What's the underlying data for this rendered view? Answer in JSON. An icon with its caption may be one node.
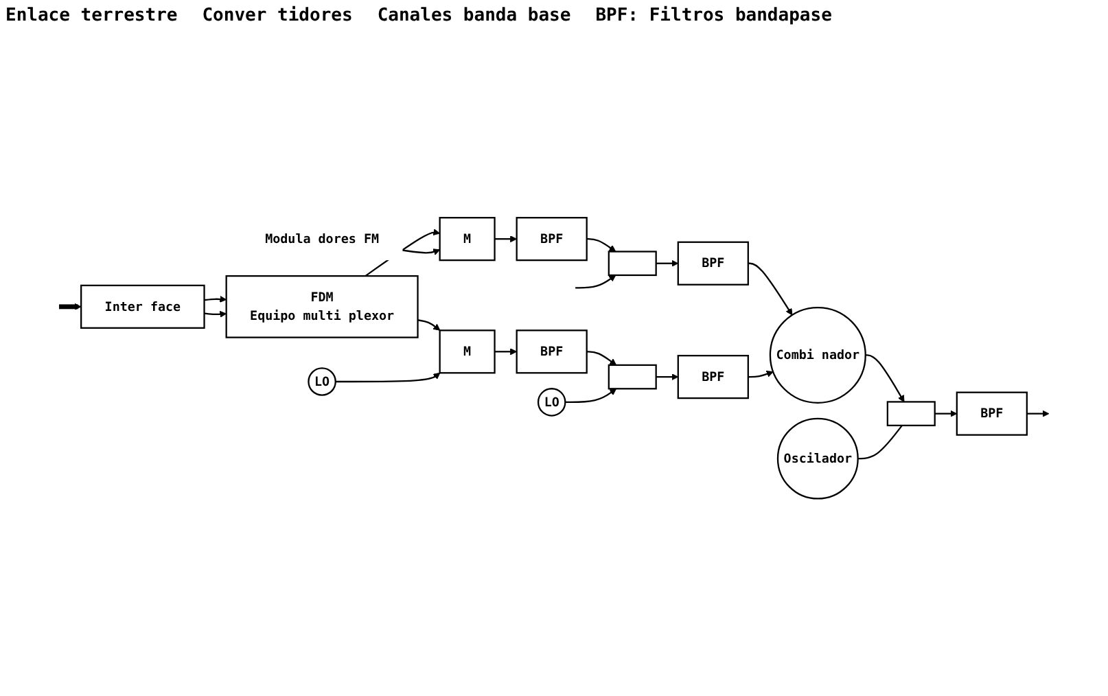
{
  "diagram": {
    "nodes": [
      {
        "text": [
          "Modula dores FM"
        ]
      },
      {
        "text": [
          "Inter face"
        ]
      },
      {
        "text": [
          "FDM",
          "Equipo multi plexor"
        ]
      },
      {
        "text": [
          "M"
        ]
      },
      {
        "text": [
          "BPF"
        ]
      },
      {
        "text": [],
        "shape": "box"
      },
      {
        "text": [
          "BPF"
        ]
      },
      {
        "text": [
          "Combi nador"
        ]
      },
      {
        "text": [],
        "shape": "box"
      },
      {
        "text": [
          "BPF"
        ]
      },
      {
        "text": [
          "M"
        ]
      },
      {
        "text": [
          "BPF"
        ]
      },
      {
        "text": [],
        "shape": "box"
      },
      {
        "text": [
          "BPF"
        ]
      },
      {
        "text": [
          "Oscilador"
        ]
      },
      {
        "text": [
          "LO"
        ]
      },
      {
        "text": [
          "LO"
        ]
      }
    ],
    "edges": [
      {
        "from": null,
        "to": 1,
        "arrow": "to",
        "style": "thick"
      },
      {
        "from": 1,
        "to": 2,
        "arrow": "to"
      },
      {
        "from": 1,
        "to": 2,
        "arrow": "to"
      },
      {
        "from": 2,
        "to": 3,
        "arrow": "to"
      },
      {
        "from": 2,
        "to": 10,
        "arrow": "to"
      },
      {
        "from": 0,
        "to": 3,
        "arrow": "to"
      },
      {
        "from": 3,
        "to": 4,
        "arrow": "to"
      },
      {
        "from": 4,
        "to": 5,
        "arrow": "to"
      },
      {
        "from": null,
        "to": 5,
        "arrow": "to"
      },
      {
        "from": 5,
        "to": 6,
        "arrow": "to"
      },
      {
        "from": 6,
        "to": 7,
        "arrow": "to"
      },
      {
        "from": 10,
        "to": 11,
        "arrow": "to"
      },
      {
        "from": 11,
        "to": 12,
        "arrow": "to"
      },
      {
        "from": 12,
        "to": 13,
        "arrow": "to"
      },
      {
        "from": 13,
        "to": 7,
        "arrow": "to"
      },
      {
        "from": 15,
        "to": 10,
        "arrow": "to"
      },
      {
        "from": 16,
        "to": 12,
        "arrow": "to"
      },
      {
        "from": 7,
        "to": 8,
        "arrow": "to"
      },
      {
        "from": 14,
        "to": 8,
        "arrow": "none"
      },
      {
        "from": 8,
        "to": 9,
        "arrow": "to"
      },
      {
        "from": 9,
        "to": null,
        "arrow": "to"
      }
    ],
    "labels": [
      "Enlace terrestre",
      "Conver tidores",
      "Canales banda base",
      "BPF: Filtros bandapase"
    ]
  }
}
